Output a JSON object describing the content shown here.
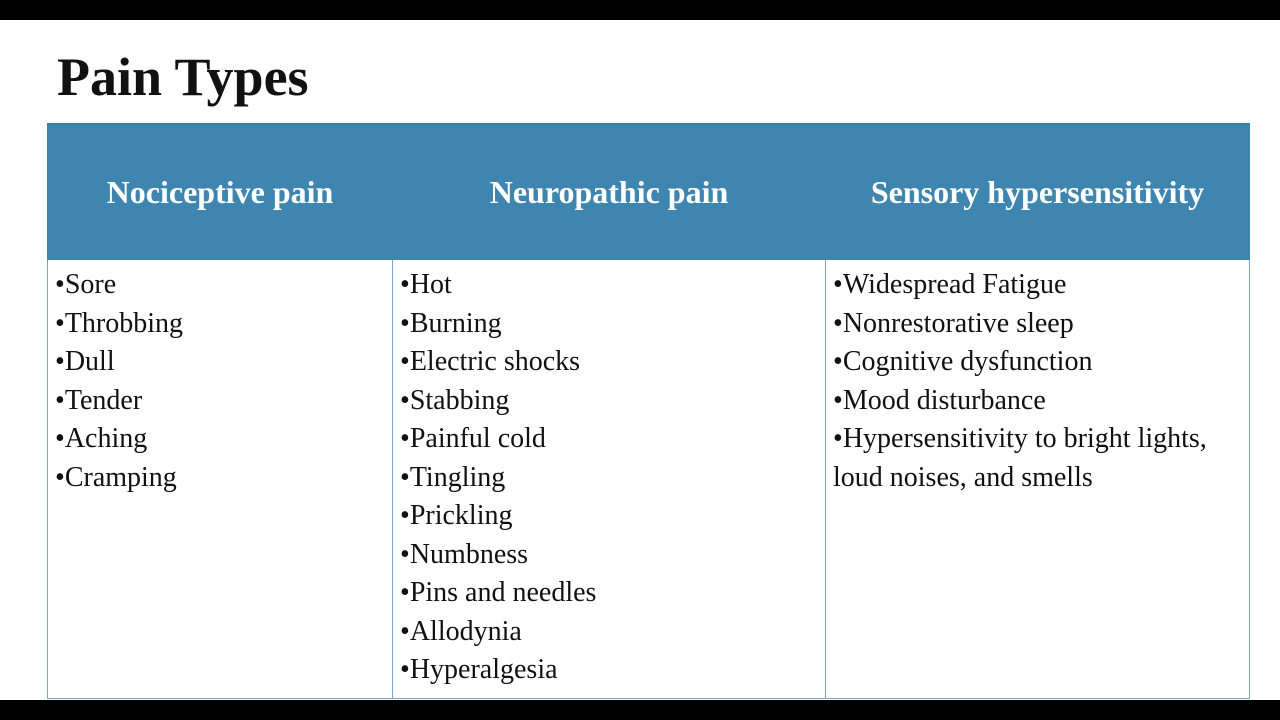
{
  "slide": {
    "title": "Pain Types"
  },
  "table": {
    "columns": [
      {
        "header": "Nociceptive pain",
        "items": [
          "Sore",
          "Throbbing",
          "Dull",
          "Tender",
          "Aching",
          "Cramping"
        ]
      },
      {
        "header": "Neuropathic pain",
        "items": [
          "Hot",
          "Burning",
          "Electric shocks",
          "Stabbing",
          "Painful cold",
          "Tingling",
          "Prickling",
          "Numbness",
          "Pins and needles",
          "Allodynia",
          "Hyperalgesia"
        ]
      },
      {
        "header": "Sensory hypersensitivity",
        "items": [
          "Widespread Fatigue",
          "Nonrestorative sleep",
          "Cognitive dysfunction",
          "Mood disturbance",
          "Hypersensitivity to bright lights, loud noises, and smells"
        ]
      }
    ]
  },
  "colors": {
    "header_background": "#3e85b0",
    "header_text": "#ffffff",
    "border": "#7aa7c7",
    "letterbox": "#000000"
  }
}
